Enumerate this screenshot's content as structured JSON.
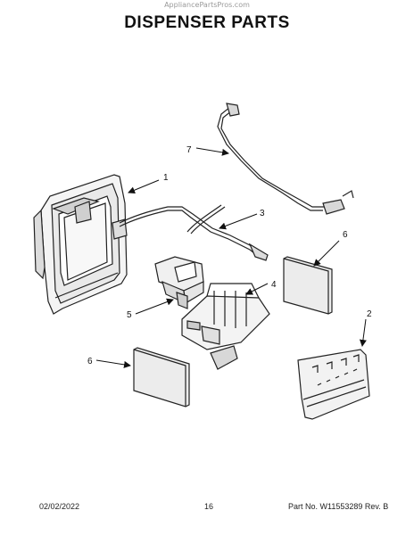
{
  "watermark": "AppliancePartsPros.com",
  "title": "DISPENSER PARTS",
  "callouts": {
    "c1": "1",
    "c2": "2",
    "c3": "3",
    "c4": "4",
    "c5": "5",
    "c6a": "6",
    "c6b": "6",
    "c7": "7"
  },
  "footer": {
    "date": "02/02/2022",
    "page": "16",
    "part": "Part No. W11553289  Rev. B"
  }
}
